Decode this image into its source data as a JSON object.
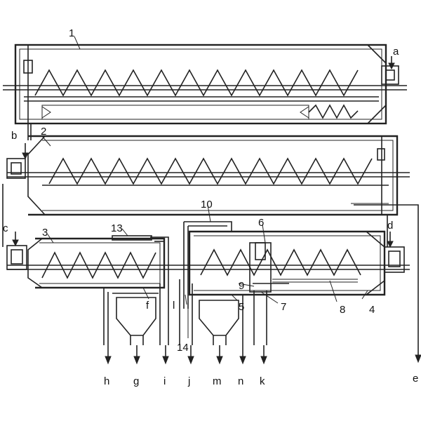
{
  "labels": {
    "n1": "1",
    "n2": "2",
    "n3": "3",
    "n4": "4",
    "n5": "5",
    "n6": "6",
    "n7": "7",
    "n8": "8",
    "n9": "9",
    "n10": "10",
    "n13": "13",
    "n14": "14",
    "a": "a",
    "b": "b",
    "c": "c",
    "d": "d",
    "e": "e",
    "f": "f",
    "g": "g",
    "h": "h",
    "i": "i",
    "j": "j",
    "k": "k",
    "l": "l",
    "m": "m",
    "n": "n"
  }
}
